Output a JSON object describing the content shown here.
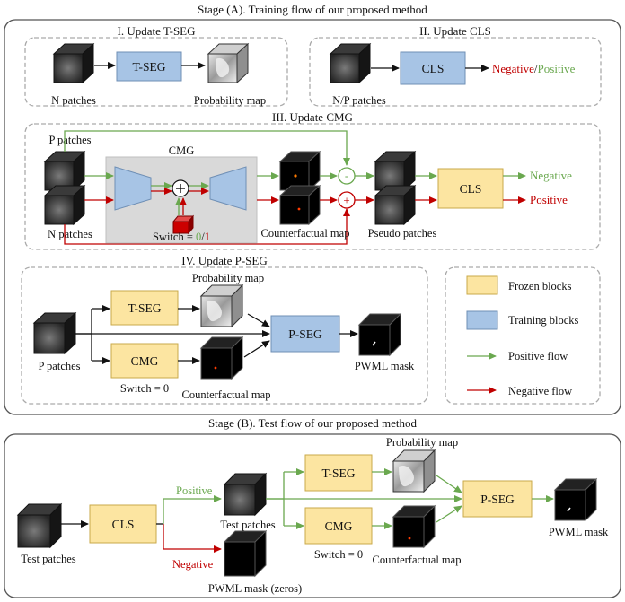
{
  "stage_a": {
    "title": "Stage (A). Training flow of our proposed method",
    "sec1": {
      "title": "I. Update T-SEG",
      "input_label": "N patches",
      "block": "T-SEG",
      "output_label": "Probability map"
    },
    "sec2": {
      "title": "II. Update CLS",
      "input_label": "N/P patches",
      "block": "CLS",
      "out_negative": "Negative",
      "out_slash": "/",
      "out_positive": "Positive"
    },
    "sec3": {
      "title": "III. Update CMG",
      "p_label": "P patches",
      "n_label": "N patches",
      "cmg_label": "CMG",
      "switch_prefix": "Switch = ",
      "switch_zero": "0",
      "switch_slash": "/",
      "switch_one": "1",
      "counterfactual_label": "Counterfactual map",
      "minus_sign": "-",
      "plus_sign": "+",
      "pseudo_label": "Pseudo patches",
      "cls_block": "CLS",
      "out_negative": "Negative",
      "out_positive": "Positive"
    },
    "sec4": {
      "title": "IV. Update P-SEG",
      "input_label": "P patches",
      "tseg_block": "T-SEG",
      "cmg_block": "CMG",
      "switch_label": "Switch = 0",
      "prob_label": "Probability map",
      "cf_label": "Counterfactual map",
      "pseg_block": "P-SEG",
      "output_label": "PWML mask"
    },
    "legend": {
      "frozen": "Frozen blocks",
      "training": "Training blocks",
      "positive_flow": "Positive flow",
      "negative_flow": "Negative flow"
    }
  },
  "stage_b": {
    "title": "Stage (B). Test flow of our proposed method",
    "input_label": "Test patches",
    "cls_block": "CLS",
    "positive": "Positive",
    "negative": "Negative",
    "test_patches_label": "Test patches",
    "zeros_label": "PWML mask (zeros)",
    "tseg_block": "T-SEG",
    "cmg_block": "CMG",
    "switch_label": "Switch = 0",
    "prob_label": "Probability map",
    "cf_label": "Counterfactual map",
    "pseg_block": "P-SEG",
    "output_label": "PWML mask"
  },
  "colors": {
    "frozen_fill": "#fce5a1",
    "training_fill": "#a7c4e5",
    "positive_flow": "#6aa84f",
    "negative_flow": "#c00000",
    "dashed_border": "#aaaaaa",
    "cmg_background": "#d9d9d9"
  }
}
